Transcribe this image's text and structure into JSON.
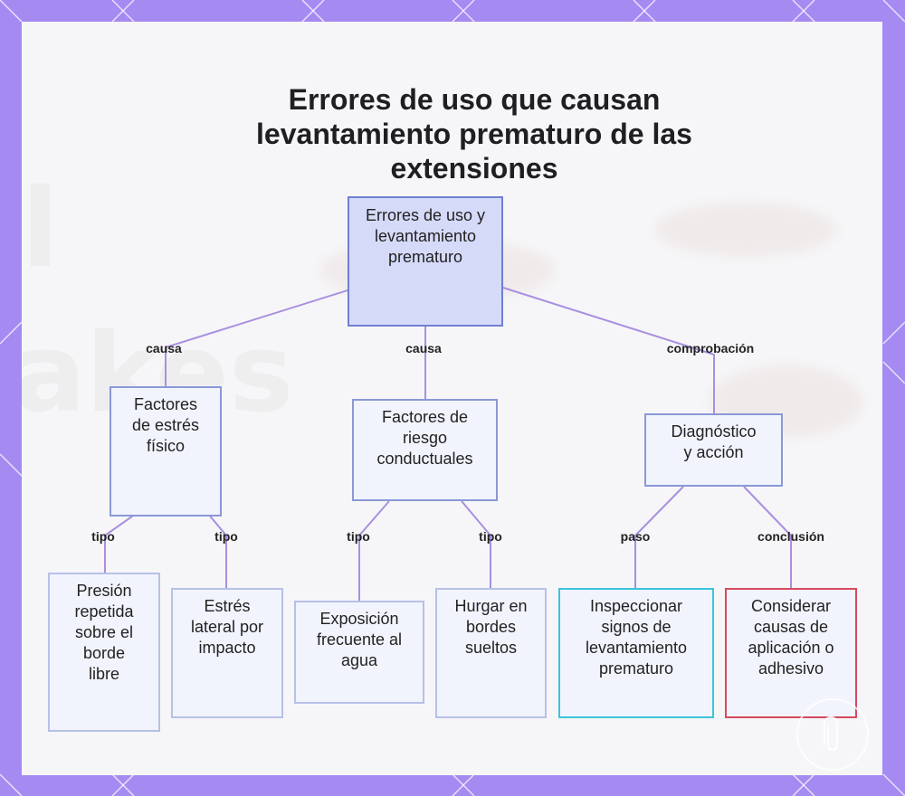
{
  "diagram": {
    "title_lines": [
      "Errores de uso que causan",
      "levantamiento prematuro de las",
      "extensiones"
    ],
    "nodes": {
      "root": "Errores de uso y levantamiento prematuro",
      "fisico": "Factores de estrés físico",
      "conductual": "Factores de riesgo conductuales",
      "diagnostico": "Diagnóstico y acción",
      "presion": "Presión repetida sobre el borde libre",
      "estres_lateral": "Estrés lateral por impacto",
      "exposicion": "Exposición frecuente al agua",
      "hurgar": "Hurgar en bordes sueltos",
      "inspeccionar": "Inspeccionar signos de levantamiento prematuro",
      "considerar": "Considerar causas de aplicación o adhesivo"
    },
    "edge_labels": {
      "causa_1": "causa",
      "causa_2": "causa",
      "comprobacion": "comprobación",
      "tipo_1": "tipo",
      "tipo_2": "tipo",
      "tipo_3": "tipo",
      "tipo_4": "tipo",
      "paso": "paso",
      "conclusion": "conclusión"
    },
    "colors": {
      "frame": "#a58af2",
      "edge": "#a98fe0",
      "root_fill": "#d6daf9",
      "node_border": "#8a98d6",
      "check_border": "#3cc3dc",
      "conclusion_border": "#d54a5f"
    },
    "icons": [
      "paperclip-icon"
    ]
  }
}
